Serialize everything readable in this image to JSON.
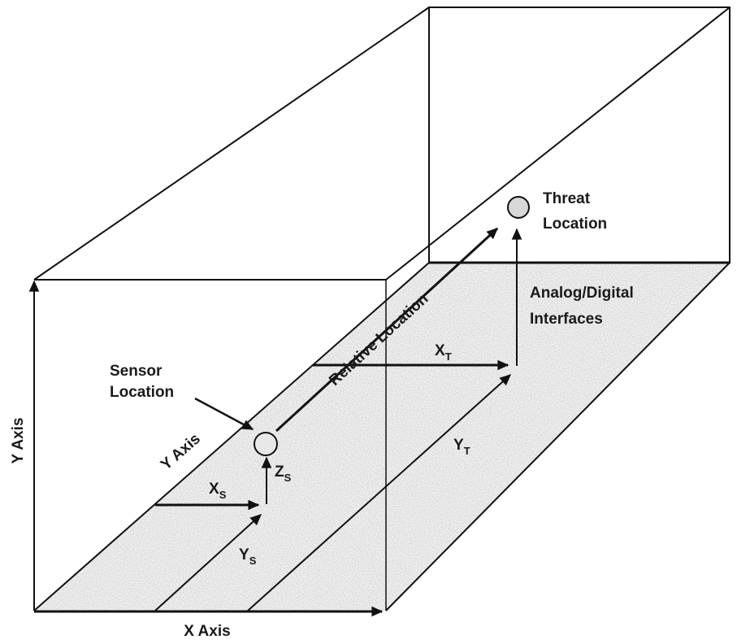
{
  "labels": {
    "y_axis_vertical": "Y Axis",
    "x_axis": "X Axis",
    "y_axis_floor": "Y Axis",
    "sensor_line1": "Sensor",
    "sensor_line2": "Location",
    "threat_line1": "Threat",
    "threat_line2": "Location",
    "relative_location": "Relative Location",
    "interfaces_line1": "Analog/Digital",
    "interfaces_line2": "Interfaces",
    "xs": {
      "main": "X",
      "sub": "S"
    },
    "ys": {
      "main": "Y",
      "sub": "S"
    },
    "zs": {
      "main": "Z",
      "sub": "S"
    },
    "xt": {
      "main": "X",
      "sub": "T"
    },
    "yt": {
      "main": "Y",
      "sub": "T"
    }
  },
  "colors": {
    "line": "#111111",
    "floor": "#d9d9d9"
  }
}
